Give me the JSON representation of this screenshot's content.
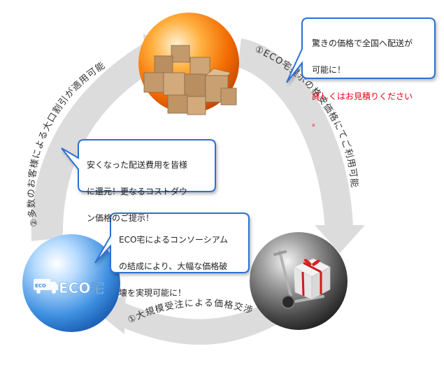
{
  "cycle": {
    "band_top_left": "②多数のお客様による大口割引が適用可能",
    "band_right": "①ECO宅提示の格安価格にてご利用可能",
    "band_bottom": "①大規模受注による価格交渉"
  },
  "bubbles": {
    "top_right": {
      "line1": "驚きの価格で全国へ配送が",
      "line2": "可能に！",
      "line3_red": "詳しくはお見積りください",
      "line4_red": "。"
    },
    "middle": {
      "line1": "安くなった配送費用を皆様",
      "line2": "に還元！更なるコストダウ",
      "line3": "ン価格のご提示！"
    },
    "lower": {
      "line1": "ECO宅によるコンソーシアム",
      "line2": "の結成により、大幅な価格破",
      "line3": "壊を実現可能に！"
    }
  },
  "logo": {
    "truck_label": "ECO",
    "text": "ECO宅"
  },
  "colors": {
    "band": "#dcdcdc",
    "bubble_border": "#2b6fd6",
    "accent_red": "#e60012",
    "orange_sphere": "#f26a00",
    "blue_sphere": "#3d8fe0",
    "gray_sphere": "#555555"
  }
}
